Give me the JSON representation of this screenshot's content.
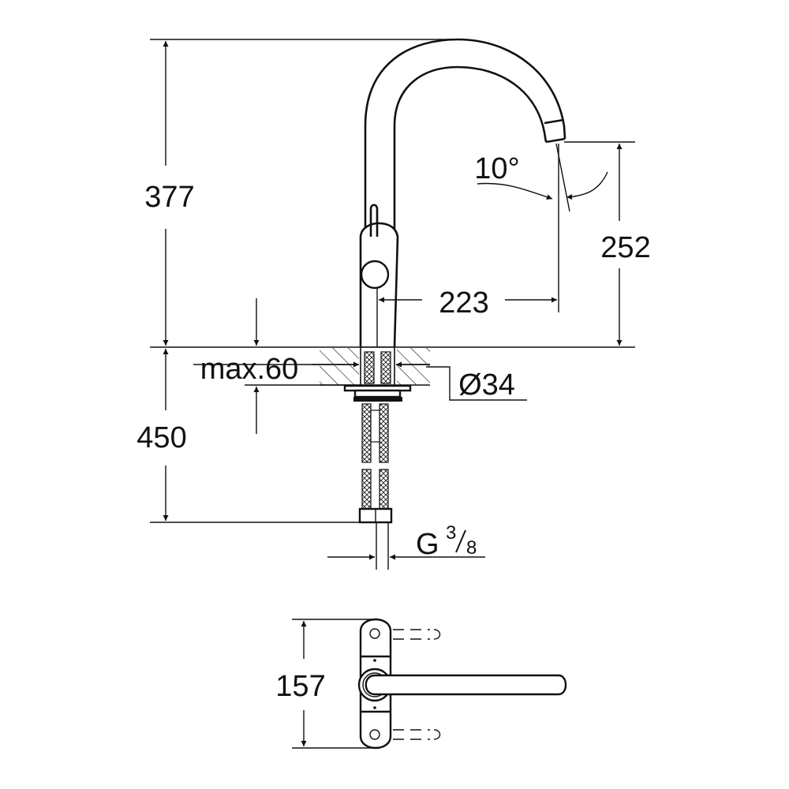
{
  "drawing": {
    "dimensions": {
      "total_height": "377",
      "spout_height": "252",
      "spout_reach": "223",
      "spout_angle": "10°",
      "max_countertop": "max.60",
      "hole_diameter": "Ø34",
      "hose_length": "450",
      "connection_main": "G",
      "connection_num": "3",
      "connection_den": "8",
      "handle_width": "157"
    },
    "colors": {
      "line": "#111111",
      "background": "#ffffff"
    }
  }
}
